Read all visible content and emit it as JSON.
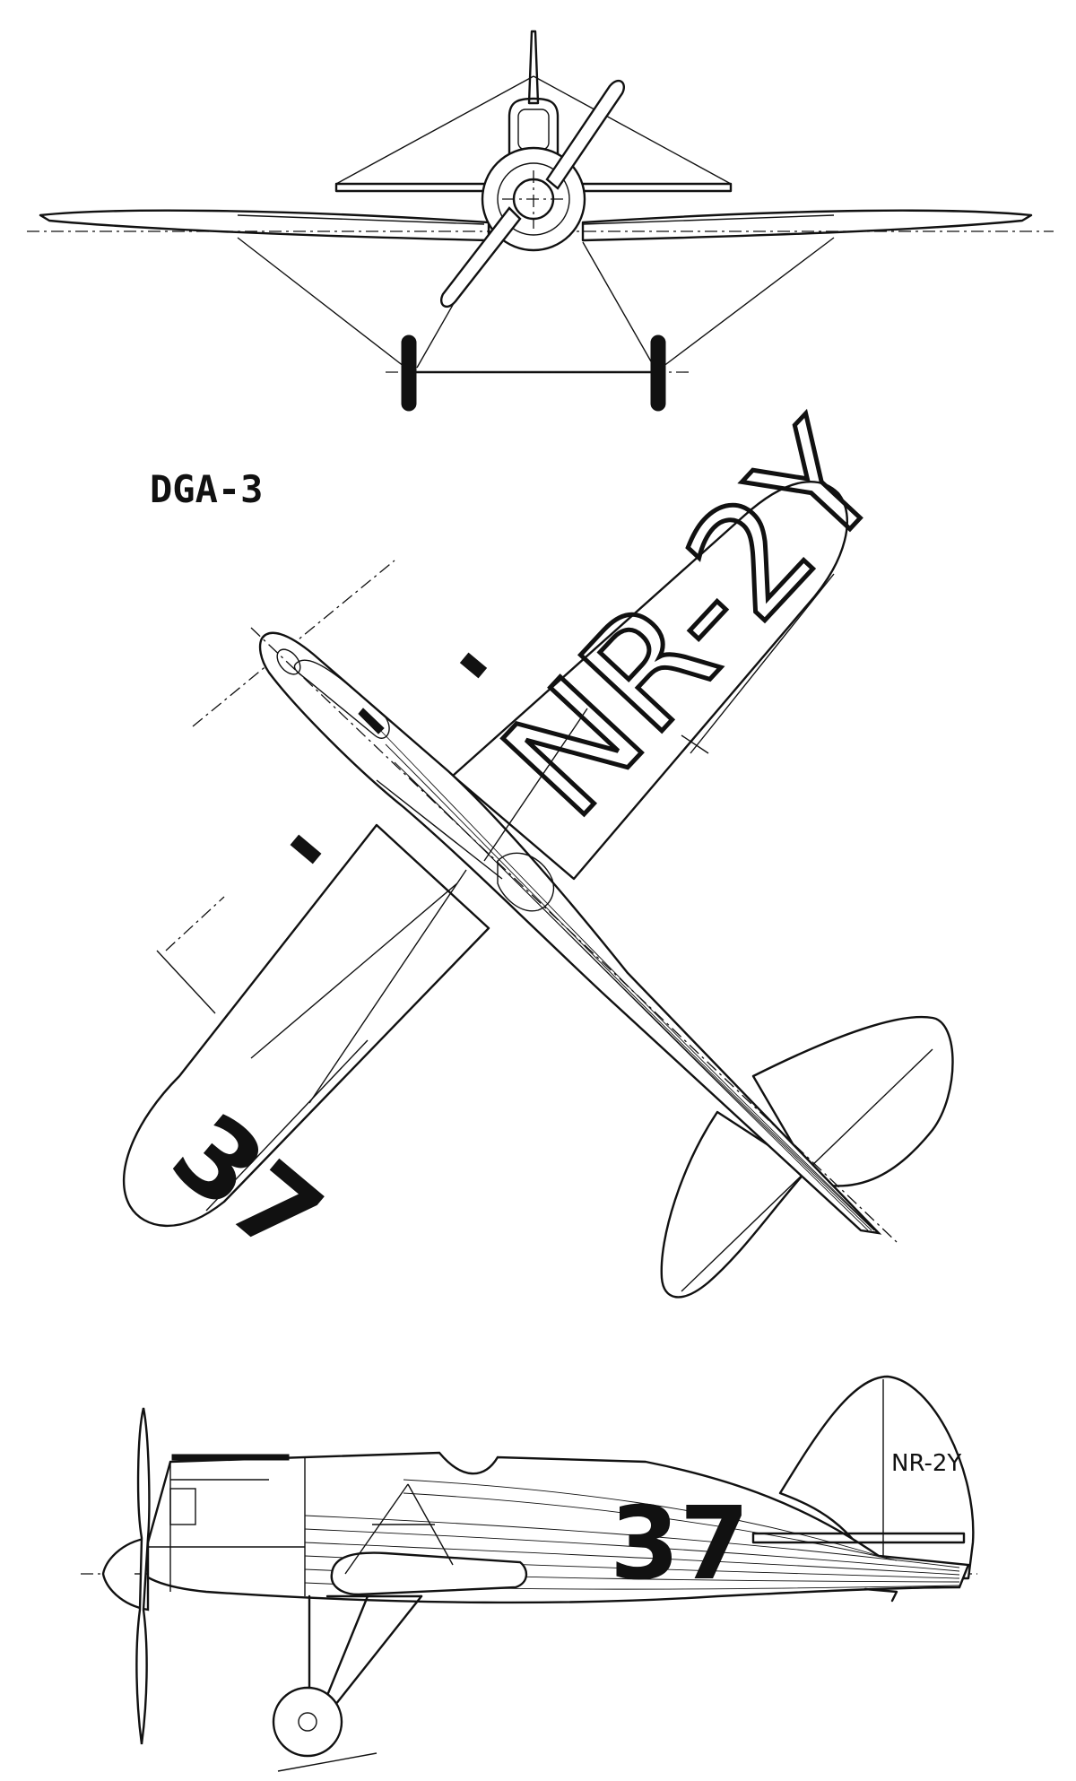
{
  "title": "DGA-3",
  "markings": {
    "registration": "NR-2Y",
    "race_number": "37"
  },
  "views": [
    "front",
    "top",
    "side"
  ]
}
